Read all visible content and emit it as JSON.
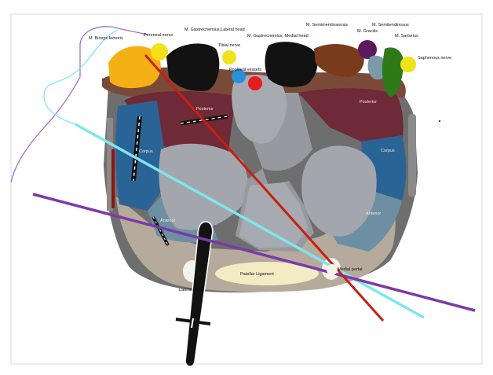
{
  "labels": {
    "biceps": "M. Biceps femoris",
    "peroneal": "Peroneal nerve",
    "gastro_lateral": "M. Gastrecnemius,Lateral head",
    "tibial": "Tibial nerve",
    "gastro_medial": "M. Gastrecnemius, Medial head",
    "popliteal": "Popliteal vessels",
    "semimembranosus": "M. Semimembranosis",
    "semitendinosus": "M. Semitendinosus",
    "gracilis": "M. Gracilis",
    "sartorius": "M. Sartorius",
    "saphenous": "Saphenous nerve",
    "posterior_left": "Posterior",
    "posterior_right": "Posterior",
    "corpus_left": "Corpus",
    "corpus_right": "Corpus",
    "anterior_left": "Anterior",
    "anterior_right": "Anterior",
    "patellar_ligament": "Patellar Ligament",
    "medial_portal": "Medial portal",
    "lateral_portal": "Lateral portal"
  },
  "colors": {
    "biceps": "#f4b014",
    "peroneal": "#f6e01c",
    "gastrocnemius": "#121212",
    "tibial": "#f0e21c",
    "popliteal_vein": "#2a8fd8",
    "popliteal_artery": "#e81c1c",
    "semimembranosus": "#7a3b1c",
    "semitendinosus": "#5c1a5e",
    "gracilis": "#7a9aa8",
    "sartorius": "#2e7a18",
    "saphenous": "#f0e21c",
    "meniscus_posterior": "#6e2a36",
    "meniscus_corpus": "#2a6496",
    "meniscus_anterior": "#6d8fa3",
    "bone": "#a3a6ad",
    "capsule": "#6e6e6e",
    "soft_tissue": "#b5aa9b",
    "patellar_ligament": "#f2ebc4",
    "red_line": "#c81e12",
    "cyan_line": "#7fe6ee",
    "purple_line": "#7a3aa8"
  }
}
